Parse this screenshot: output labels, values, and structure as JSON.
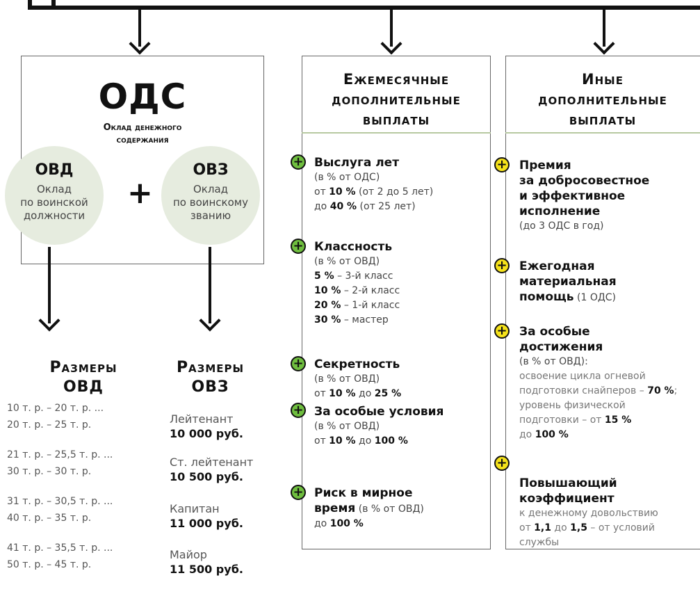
{
  "ods": {
    "title": "ОДС",
    "subtitle_line1": "Оклад денежного",
    "subtitle_line2": "содержания",
    "ovd": {
      "abbr": "ОВД",
      "line1": "Оклад",
      "line2": "по воинской",
      "line3": "должности"
    },
    "ovz": {
      "abbr": "ОВЗ",
      "line1": "Оклад",
      "line2": "по воинскому",
      "line3": "званию"
    },
    "plus": "+"
  },
  "monthly": {
    "head1": "Ежемесячные",
    "head2": "дополнительные",
    "head3": "выплаты",
    "items": [
      {
        "title": "Выслуга лет",
        "l1": "(в % от ОДС)",
        "l2a": "от ",
        "l2b": "10 %",
        "l2c": " (от 2 до 5 лет)",
        "l3a": "до ",
        "l3b": "40 %",
        "l3c": " (от 25 лет)"
      },
      {
        "title": "Классность",
        "l1": "(в % от ОВД)",
        "r1b": "5 %",
        "r1c": " – 3-й класс",
        "r2b": "10 %",
        "r2c": " – 2-й класс",
        "r3b": "20 %",
        "r3c": " – 1-й класс",
        "r4b": "30 %",
        "r4c": " – мастер"
      },
      {
        "title": "Секретность",
        "l1": "(в % от ОВД)",
        "l2a": "от ",
        "l2b": "10 %",
        "l2c": " до ",
        "l2d": "25 %"
      },
      {
        "title": "За особые условия",
        "l1": "(в % от ОВД)",
        "l2a": "от ",
        "l2b": "10 %",
        "l2c": " до ",
        "l2d": "100 %"
      },
      {
        "title1": "Риск в мирное",
        "title2": "время",
        "t2rest": " (в % от ОВД)",
        "l2a": "до ",
        "l2b": "100 %"
      }
    ]
  },
  "other": {
    "head1": "Иные",
    "head2": "дополнительные",
    "head3": "выплаты",
    "items": [
      {
        "t1": "Премия",
        "t2": "за добросовестное",
        "t3": "и эффективное",
        "t4": "исполнение",
        "l1": "(до 3 ОДС в год)"
      },
      {
        "t1": "Ежегодная",
        "t2": "материальная",
        "t3": "помощь",
        "t3rest": " (1 ОДС)"
      },
      {
        "t1": "За особые",
        "t2": "достижения",
        "l1": "(в % от ОВД):",
        "g1": "освоение цикла огневой",
        "g2": "подготовки снайперов – ",
        "g2b": "70 %",
        "g2c": ";",
        "g3": "уровень физической",
        "g4": "подготовки – от ",
        "g4b": "15 %",
        "g5": "до ",
        "g5b": "100 %"
      },
      {
        "t1": "Повышающий",
        "t2": "коэффициент",
        "g1": "к денежному довольствию",
        "g2a": "от ",
        "g2b": "1,1",
        "g2c": " до ",
        "g2d": "1,5",
        "g2e": " – от условий",
        "g3": "службы"
      }
    ]
  },
  "ovd_sizes": {
    "head1": "Размеры",
    "head2": "ОВД",
    "rows": [
      "10 т. р. – 20 т. р. ...",
      "20 т. р. – 25 т. р.",
      "21 т. р. – 25,5 т. р. ...",
      "30 т. р. – 30 т. р.",
      "31 т. р. – 30,5 т. р. ...",
      "40 т. р. – 35 т. р.",
      "41 т. р. – 35,5 т. р. ...",
      "50 т. р. – 45 т. р."
    ]
  },
  "ovz_sizes": {
    "head1": "Размеры",
    "head2": "ОВЗ",
    "ranks": [
      {
        "rank": "Лейтенант",
        "amount": "10 000 руб."
      },
      {
        "rank": "Ст. лейтенант",
        "amount": "10 500 руб."
      },
      {
        "rank": "Капитан",
        "amount": "11 000 руб."
      },
      {
        "rank": "Майор",
        "amount": "11 500 руб."
      }
    ]
  },
  "colors": {
    "green_bullet": "#6fbe3f",
    "yellow_bullet": "#f5e21a",
    "circle_fill": "#e6ecdf",
    "rule": "#b7c9a0"
  }
}
